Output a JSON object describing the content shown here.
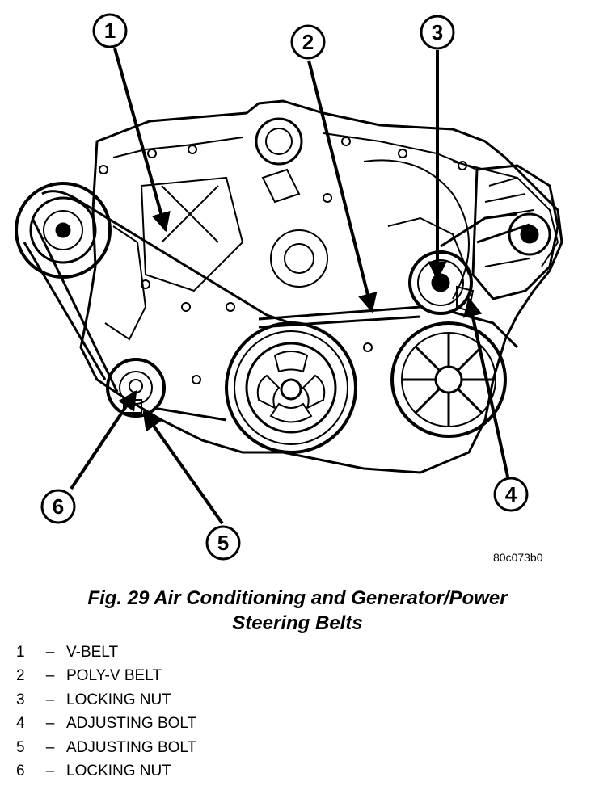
{
  "figure": {
    "code": "80c073b0",
    "callouts": [
      "1",
      "2",
      "3",
      "4",
      "5",
      "6"
    ]
  },
  "caption": {
    "line1": "Fig. 29 Air Conditioning and Generator/Power",
    "line2": "Steering Belts"
  },
  "legend": [
    {
      "num": "1",
      "dash": "–",
      "label": "V-BELT"
    },
    {
      "num": "2",
      "dash": "–",
      "label": "POLY-V BELT"
    },
    {
      "num": "3",
      "dash": "–",
      "label": "LOCKING NUT"
    },
    {
      "num": "4",
      "dash": "–",
      "label": "ADJUSTING BOLT"
    },
    {
      "num": "5",
      "dash": "–",
      "label": "ADJUSTING BOLT"
    },
    {
      "num": "6",
      "dash": "–",
      "label": "LOCKING NUT"
    }
  ]
}
